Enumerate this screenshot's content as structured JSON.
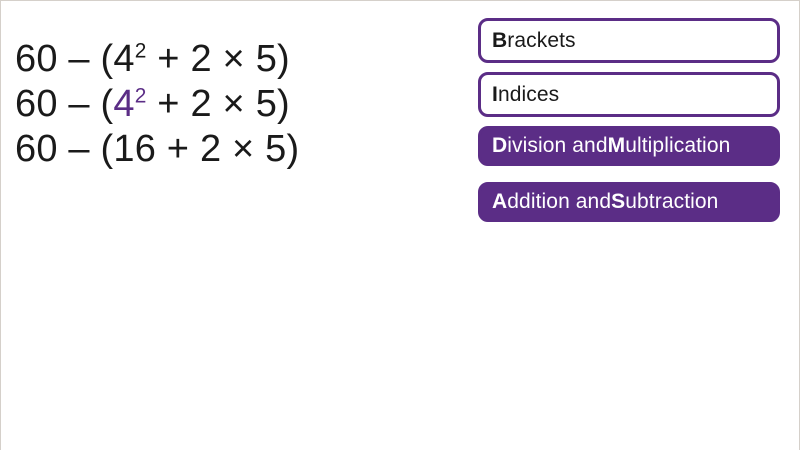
{
  "slide": {
    "background_color": "#ffffff",
    "border_color": "#d5d0ca",
    "accent_color": "#5b2d86",
    "text_color": "#1a1a1a"
  },
  "working": {
    "lines": [
      {
        "id": "line-1",
        "prefix": "60 – (4",
        "exponent": "2",
        "suffix": " + 2 × 5)",
        "full_text": "60 – (4² + 2 × 5)",
        "highlight": false
      },
      {
        "id": "line-2",
        "prefix_plain": "60 – (",
        "highlight_base": "4",
        "highlight_exponent": "2",
        "suffix": " + 2 × 5)",
        "full_text": "60 – (4² + 2 × 5)",
        "highlight": true,
        "highlight_color": "#5b2d86"
      },
      {
        "id": "line-3",
        "full_text": "60 – (16 + 2 × 5)",
        "highlight": false
      }
    ]
  },
  "bidmas": {
    "items": [
      {
        "id": "brackets",
        "initial": "B",
        "rest": "rackets",
        "label": "Brackets",
        "style": "outline",
        "fill_color": "#ffffff",
        "border_color": "#5b2d86",
        "text_color": "#1a1a1a"
      },
      {
        "id": "indices",
        "initial": "I",
        "rest": "ndices",
        "label": "Indices",
        "style": "outline",
        "fill_color": "#ffffff",
        "border_color": "#5b2d86",
        "text_color": "#1a1a1a"
      },
      {
        "id": "division-and-multiplication",
        "initial": "D",
        "middle": "ivision and ",
        "initial2": "M",
        "rest2": "ultiplication",
        "label": "Division and Multiplication",
        "style": "filled",
        "fill_color": "#5b2d86",
        "border_color": "#5b2d86",
        "text_color": "#ffffff"
      },
      {
        "id": "addition-and-subtraction",
        "initial": "A",
        "middle": "ddition and ",
        "initial2": "S",
        "rest2": "ubtraction",
        "label": "Addition and Subtraction",
        "style": "filled",
        "fill_color": "#5b2d86",
        "border_color": "#5b2d86",
        "text_color": "#ffffff"
      }
    ]
  }
}
